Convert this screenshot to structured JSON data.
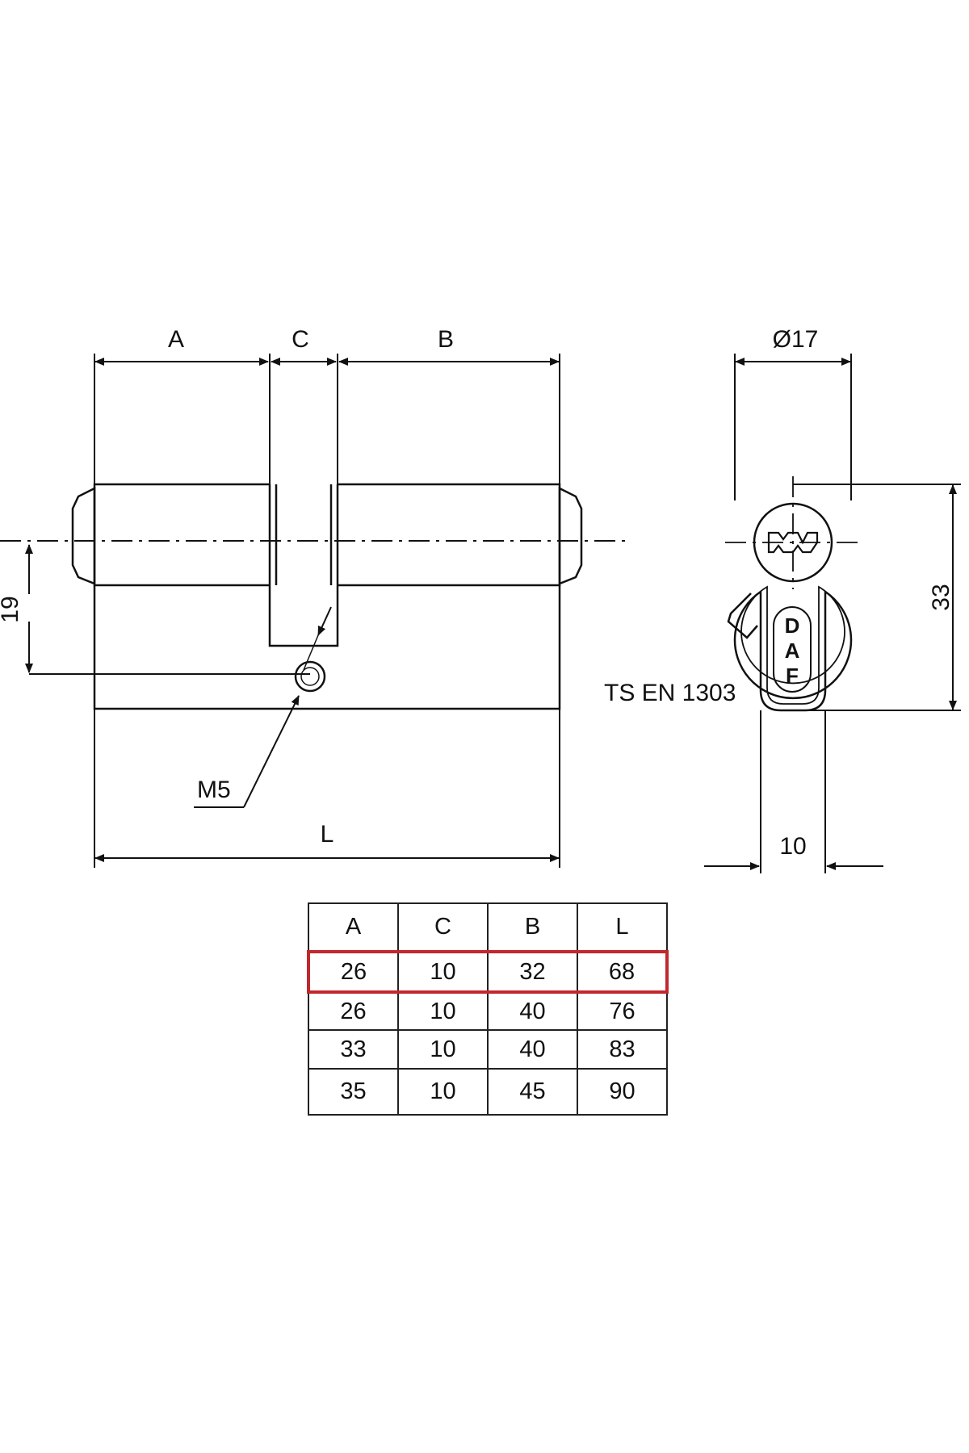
{
  "dimensions": {
    "A": "A",
    "C": "C",
    "B": "B",
    "L": "L",
    "height": "19",
    "screw": "M5",
    "diameter": "Ø17",
    "total_height": "33",
    "cam_width": "10"
  },
  "standard": "TS EN 1303",
  "logo": {
    "letters": [
      "D",
      "A",
      "F"
    ]
  },
  "table": {
    "headers": [
      "A",
      "C",
      "B",
      "L"
    ],
    "rows": [
      [
        "26",
        "10",
        "32",
        "68"
      ],
      [
        "26",
        "10",
        "40",
        "76"
      ],
      [
        "33",
        "10",
        "40",
        "83"
      ],
      [
        "35",
        "10",
        "45",
        "90"
      ]
    ],
    "highlighted_row": 0,
    "highlight_color": "#c1272d"
  }
}
